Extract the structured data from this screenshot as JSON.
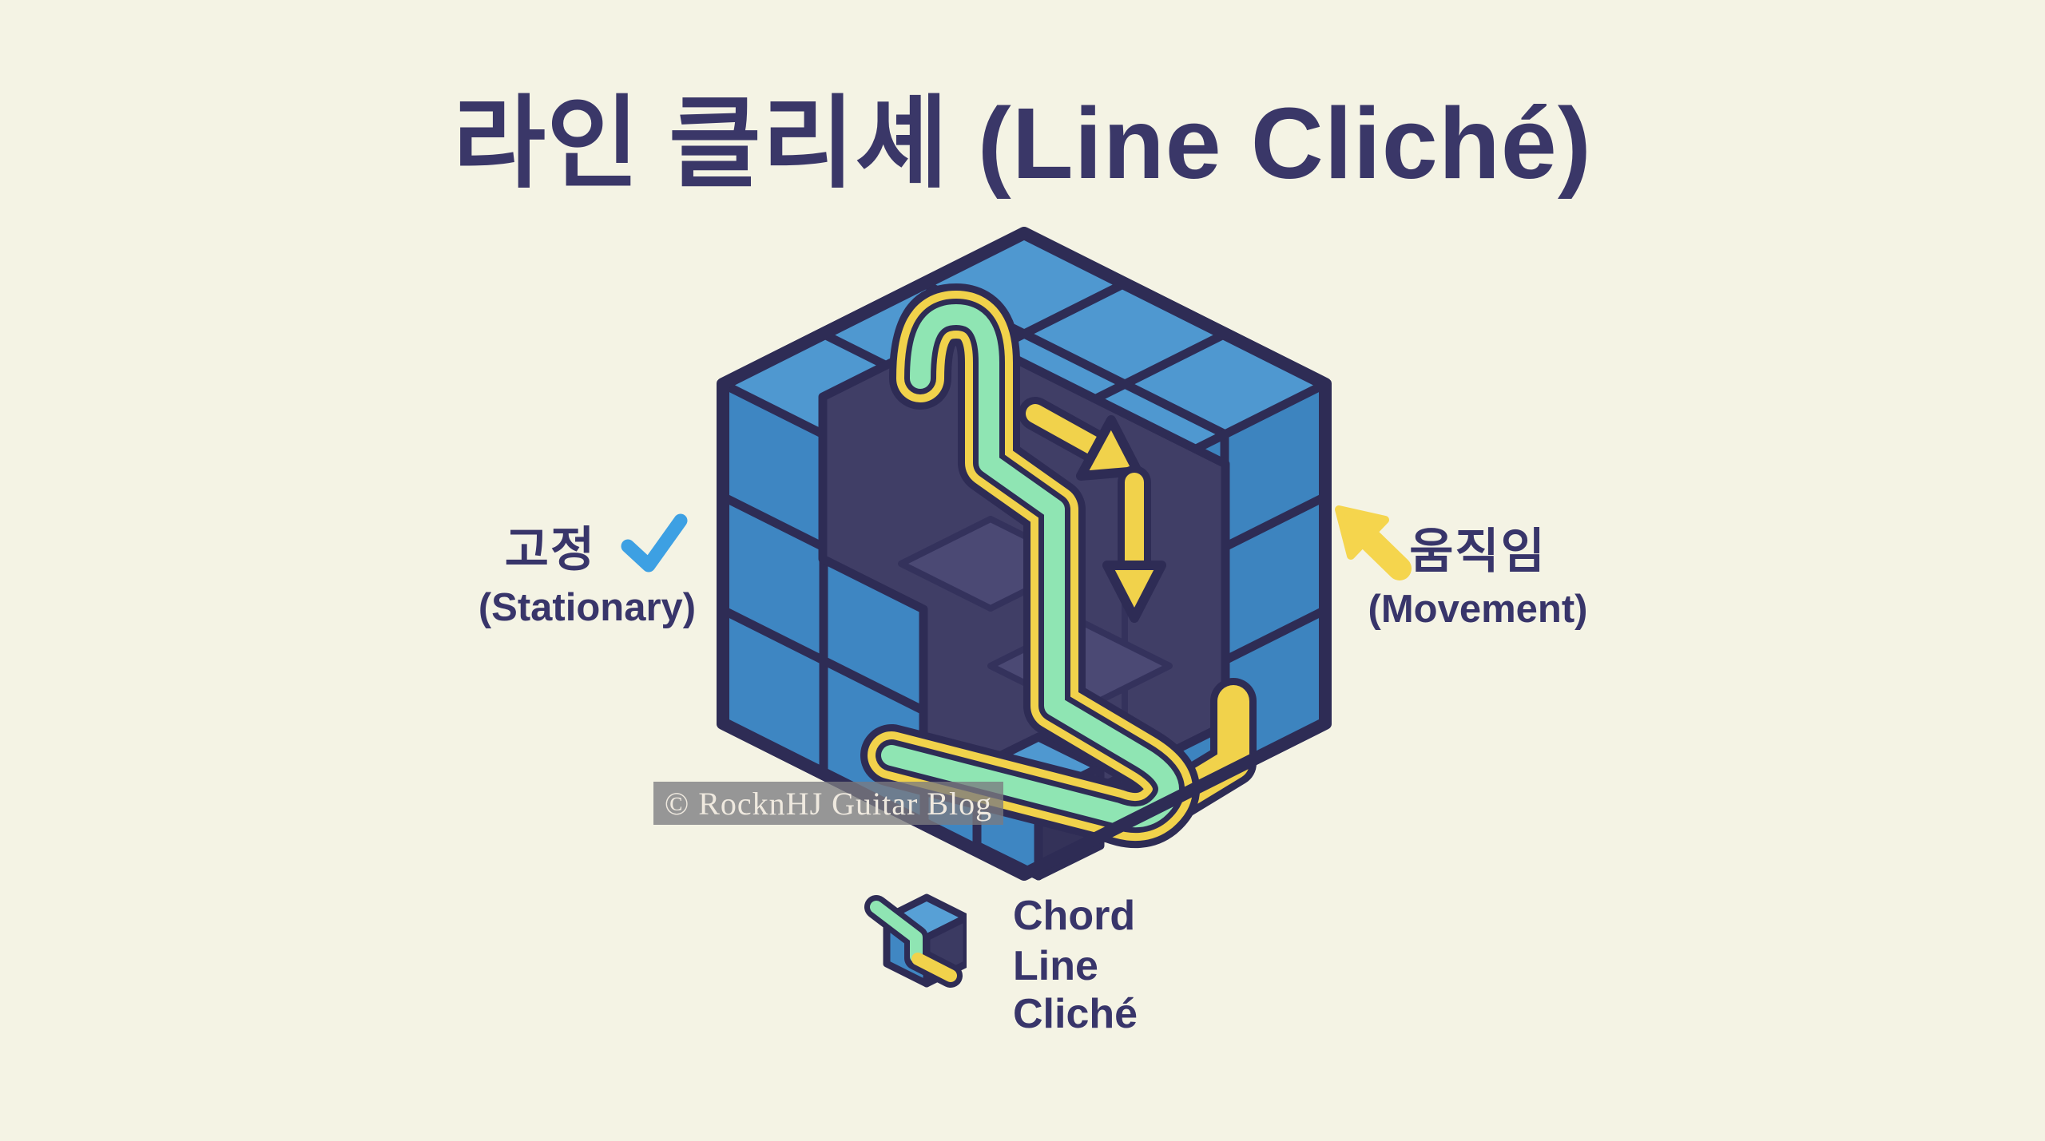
{
  "title": "라인 클리셰 (Line Cliché)",
  "left_label": {
    "korean": "고정",
    "english": "(Stationary)"
  },
  "right_label": {
    "korean": "움직임",
    "english": "(Movement)"
  },
  "watermark": "© RocknHJ Guitar Blog",
  "legend": {
    "chord_label": "Chord",
    "line_cliche_line1": "Line",
    "line_cliche_line2": "Cliché"
  },
  "icons": {
    "check": "stationary-checkmark",
    "movement_arrow": "yellow-up-left-arrow",
    "cube": "chord-cube-icon",
    "line": "line-cliche-zigzag-icon",
    "step_arrow_diagonal": "down-right-arrow",
    "step_arrow_vertical": "down-arrow"
  },
  "colors": {
    "background": "#f4f3e4",
    "title_navy": "#3a3768",
    "outline_navy": "#2e2c55",
    "cube_top_blue": "#4f98d0",
    "cube_left_blue": "#3e86c2",
    "cube_right_blue": "#3d84bf",
    "cavity_dark": "#403e66",
    "cavity_step_light": "#4b4974",
    "ribbon_yellow": "#f1d24b",
    "ribbon_green": "#8fe5b3",
    "check_blue": "#3da0e3",
    "watermark_band": "#7b7b80",
    "watermark_text": "#efe9df"
  }
}
